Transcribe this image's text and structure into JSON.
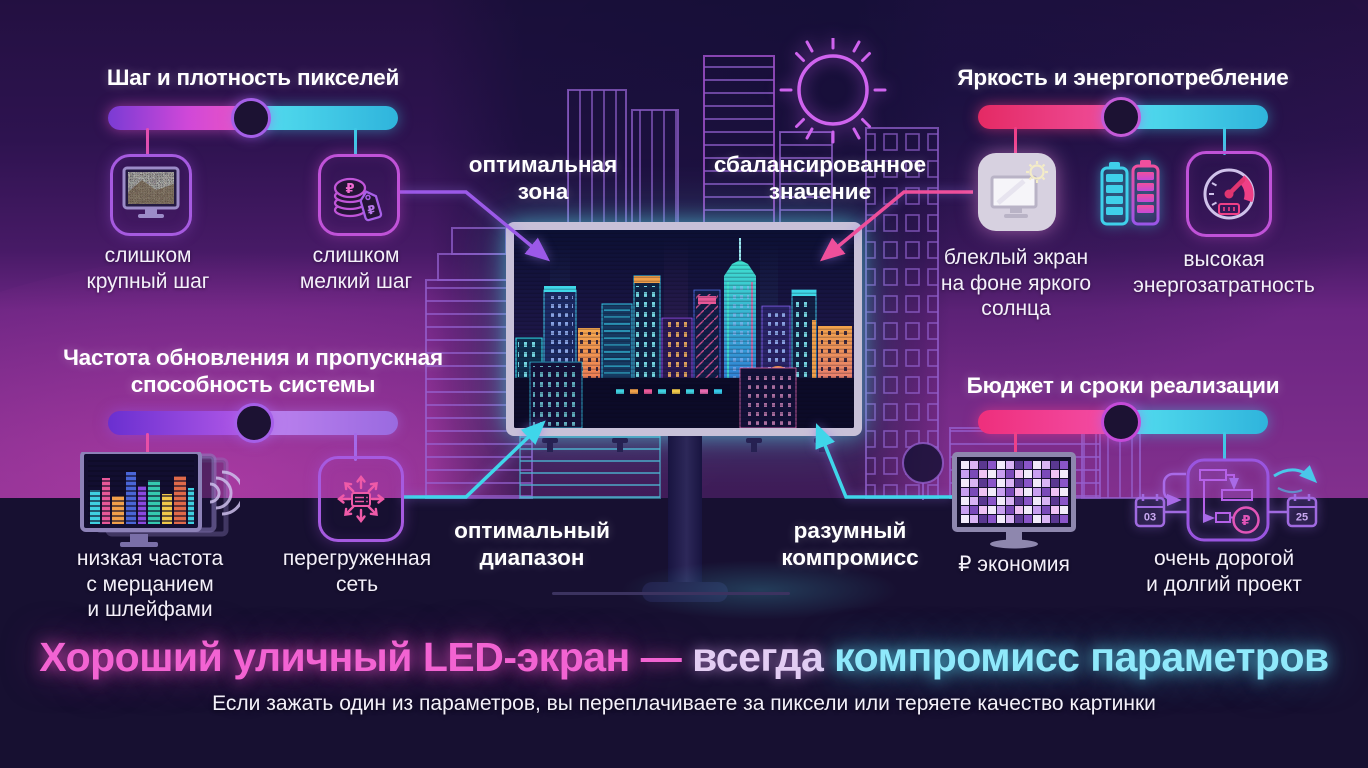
{
  "colors": {
    "accent_pink": "#ee4f9b",
    "accent_cyan": "#3fd6ea",
    "accent_purple": "#9b59e8",
    "headline_pink": "#f263d2",
    "headline_cyan": "#8fe9fb",
    "background_top": "#231041",
    "background_bottom": "#171031"
  },
  "sections": {
    "pixel_pitch": {
      "title": "Шаг и плотность пикселей",
      "left_label": "слишком\nкрупный шаг",
      "right_label": "слишком\nмелкий шаг"
    },
    "brightness": {
      "title": "Яркость и энергопотребление",
      "left_label": "блеклый экран\nна фоне яркого\nсолнца",
      "right_label": "высокая\nэнергозатратность"
    },
    "refresh": {
      "title": "Частота обновления и пропускная\nспособность системы",
      "left_label": "низкая частота\nс мерцанием\nи шлейфами",
      "right_label": "перегруженная\nсеть"
    },
    "budget": {
      "title": "Бюджет и сроки реализации",
      "left_label": "₽ экономия",
      "right_label": "очень дорогой\nи долгий проект"
    }
  },
  "center_labels": {
    "top_left": "оптимальная\nзона",
    "top_right": "сбалансированное\nзначение",
    "bottom_left": "оптимальный\nдиапазон",
    "bottom_right": "разумный\nкомпромисс"
  },
  "glyphs": {
    "ruble": "₽",
    "calendar_start": "03",
    "calendar_end": "25"
  },
  "headline": {
    "part_pink": "Хороший уличный LED-экран —",
    "part_mid": "всегда",
    "part_cyan": "компромисс параметров"
  },
  "subtitle": "Если зажать один из параметров, вы переплачиваете за пиксели или теряете качество картинки"
}
